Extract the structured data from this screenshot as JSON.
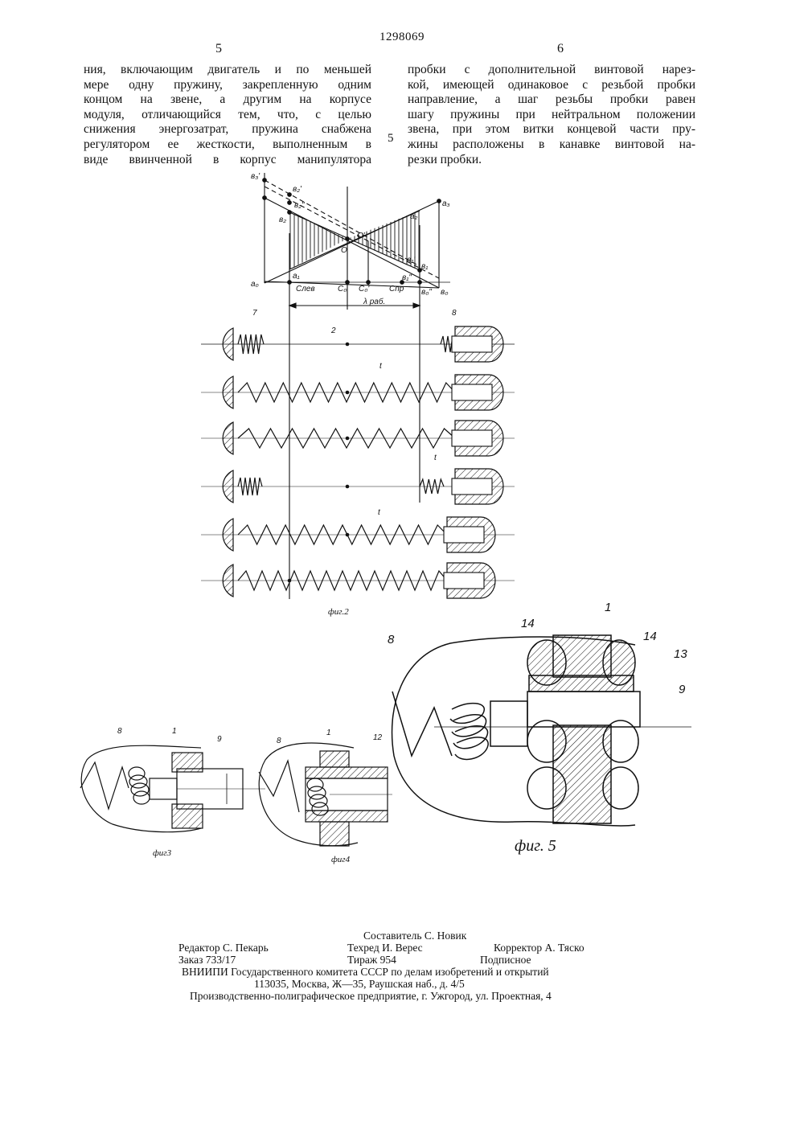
{
  "header": {
    "doc_number": "1298069",
    "page_left": "5",
    "page_right": "6",
    "line_marker": "5"
  },
  "text": {
    "left_lines": [
      "ния, включающим двигатель и по меньшей",
      "мере одну пружину, закрепленную одним",
      "концом на звене, а другим на корпусе",
      "модуля, отличающийся тем, что, с целью",
      "снижения энергозатрат, пружина снабжена",
      "регулятором ее жесткости, выполненным в",
      "виде ввинченной в корпус манипулятора"
    ],
    "right_lines": [
      "пробки с дополнительной винтовой нарез-",
      "кой, имеющей одинаковое с резьбой пробки",
      "направление, а шаг резьбы пробки равен",
      "шагу пружины при нейтральном положении",
      "звена, при этом витки концевой части пру-",
      "жины расположены в канавке винтовой на-",
      "резки пробки."
    ]
  },
  "figures": {
    "fig2": {
      "caption": "фиг.2",
      "graph_labels": {
        "a0": "a₀",
        "a1": "a₁",
        "a2": "a₂",
        "a3": "a₃",
        "b0": "в₀",
        "b0pp": "в₀\"",
        "b1": "в₁",
        "b1p": "в₁'",
        "b1pp": "в₁\"",
        "b2": "в₂",
        "b2p": "в₂'",
        "b2pp": "в₂\"",
        "b3p": "в₃'",
        "o": "O",
        "op": "O'",
        "c_lev": "Cлев",
        "c_0": "C₀",
        "c_0p": "C₀'",
        "c_pr": "Cпр",
        "lambda": "λ раб."
      },
      "part_labels": {
        "spring_left": "7",
        "spring_right": "8",
        "link": "2",
        "pitch": "t"
      }
    },
    "fig3": {
      "caption": "фиг3",
      "labels": {
        "spring": "8",
        "body": "1",
        "plug": "9"
      }
    },
    "fig4": {
      "caption": "фиг4",
      "labels": {
        "spring": "8",
        "body": "1",
        "plug": "12"
      }
    },
    "fig5": {
      "caption": "фиг. 5",
      "labels": {
        "spring": "8",
        "body": "1",
        "ring_left": "14",
        "ring_right": "14",
        "bushing": "13",
        "plug": "9"
      }
    }
  },
  "imprint": {
    "editor": "Редактор С. Пекарь",
    "compiler": "Составитель С. Новик",
    "tech": "Техред И. Верес",
    "corrector": "Корректор А. Тяско",
    "order": "Заказ 733/17",
    "circulation": "Тираж 954",
    "subscription": "Подписное",
    "org": "ВНИИПИ Государственного комитета СССР по делам изобретений и открытий",
    "address": "113035, Москва, Ж—35, Раушская наб., д. 4/5",
    "printer": "Производственно-полиграфическое предприятие, г. Ужгород, ул. Проектная, 4"
  }
}
